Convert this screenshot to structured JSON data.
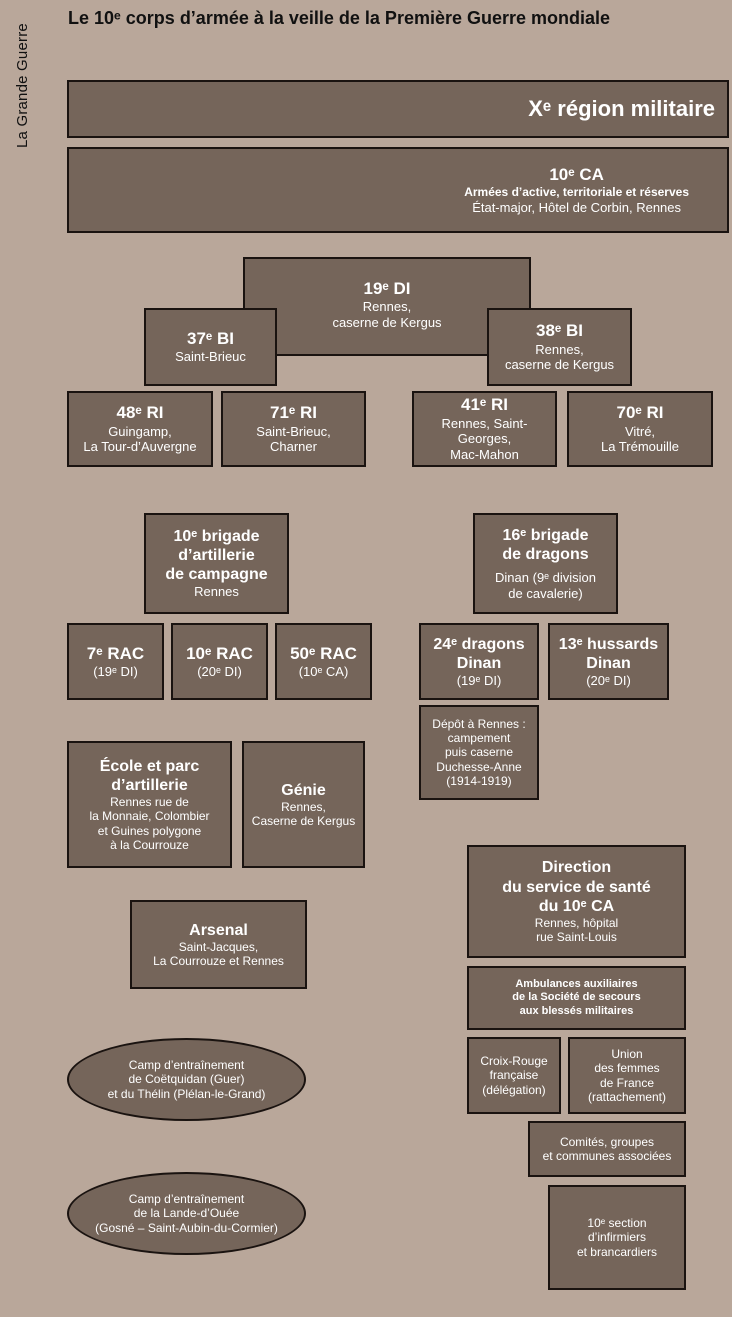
{
  "side_label": "La Grande Guerre",
  "title": "Le 10ᵉ corps d’armée à la veille de la Première Guerre mondiale",
  "region": {
    "name": "Xᵉ région militaire"
  },
  "ca": {
    "name": "10ᵉ CA",
    "sub": "Armées d’active, territoriale et réserves",
    "detail": "État-major, Hôtel de Corbin, Rennes"
  },
  "di": {
    "name": "19ᵉ DI",
    "detail": "Rennes,\ncaserne de Kergus"
  },
  "bi37": {
    "name": "37ᵉ BI",
    "detail": "Saint-Brieuc"
  },
  "bi38": {
    "name": "38ᵉ BI",
    "detail": "Rennes,\ncaserne de Kergus"
  },
  "ri": [
    {
      "name": "48ᵉ RI",
      "detail": "Guingamp,\nLa Tour-d’Auvergne"
    },
    {
      "name": "71ᵉ RI",
      "detail": "Saint-Brieuc,\nCharner"
    },
    {
      "name": "41ᵉ RI",
      "detail": "Rennes, Saint-Georges,\nMac-Mahon"
    },
    {
      "name": "70ᵉ RI",
      "detail": "Vitré,\nLa Trémouille"
    }
  ],
  "artillerie": {
    "name": "10ᵉ brigade\nd’artillerie\nde campagne",
    "detail": "Rennes"
  },
  "dragons": {
    "name": "16ᵉ brigade\nde dragons",
    "detail": "Dinan (9ᵉ division\nde cavalerie)"
  },
  "rac": [
    {
      "name": "7ᵉ RAC",
      "detail": "(19ᵉ DI)"
    },
    {
      "name": "10ᵉ RAC",
      "detail": "(20ᵉ DI)"
    },
    {
      "name": "50ᵉ RAC",
      "detail": "(10ᵉ CA)"
    }
  ],
  "cav": [
    {
      "name": "24ᵉ dragons\nDinan",
      "detail": "(19ᵉ DI)"
    },
    {
      "name": "13ᵉ hussards\nDinan",
      "detail": "(20ᵉ DI)"
    }
  ],
  "depot": {
    "text": "Dépôt à Rennes :\ncampement\npuis caserne\nDuchesse-Anne\n(1914-1919)"
  },
  "ecole": {
    "name": "École et parc\nd’artillerie",
    "detail": "Rennes rue de\nla Monnaie, Colombier\net Guines polygone\nà la Courrouze"
  },
  "genie": {
    "name": "Génie",
    "detail": "Rennes,\nCaserne de Kergus"
  },
  "arsenal": {
    "name": "Arsenal",
    "detail": "Saint-Jacques,\nLa Courrouze et Rennes"
  },
  "sante": {
    "name": "Direction\ndu service de santé\ndu 10ᵉ CA",
    "detail": "Rennes, hôpital\nrue Saint-Louis"
  },
  "ambulances": {
    "text": "Ambulances auxiliaires\nde la Société de secours\naux blessés militaires"
  },
  "croix_rouge": {
    "text": "Croix-Rouge\nfrançaise\n(délégation)"
  },
  "union": {
    "text": "Union\ndes femmes\nde France\n(rattachement)"
  },
  "comites": {
    "text": "Comités, groupes\net communes associées"
  },
  "infirmiers": {
    "text": "10ᵉ section\nd’infirmiers\net brancardiers"
  },
  "camp1": {
    "text": "Camp d’entraînement\nde Coëtquidan (Guer)\net du Thélin (Plélan-le-Grand)"
  },
  "camp2": {
    "text": "Camp d’entraînement\nde la Lande-d’Ouée\n(Gosné – Saint-Aubin-du-Cormier)"
  }
}
